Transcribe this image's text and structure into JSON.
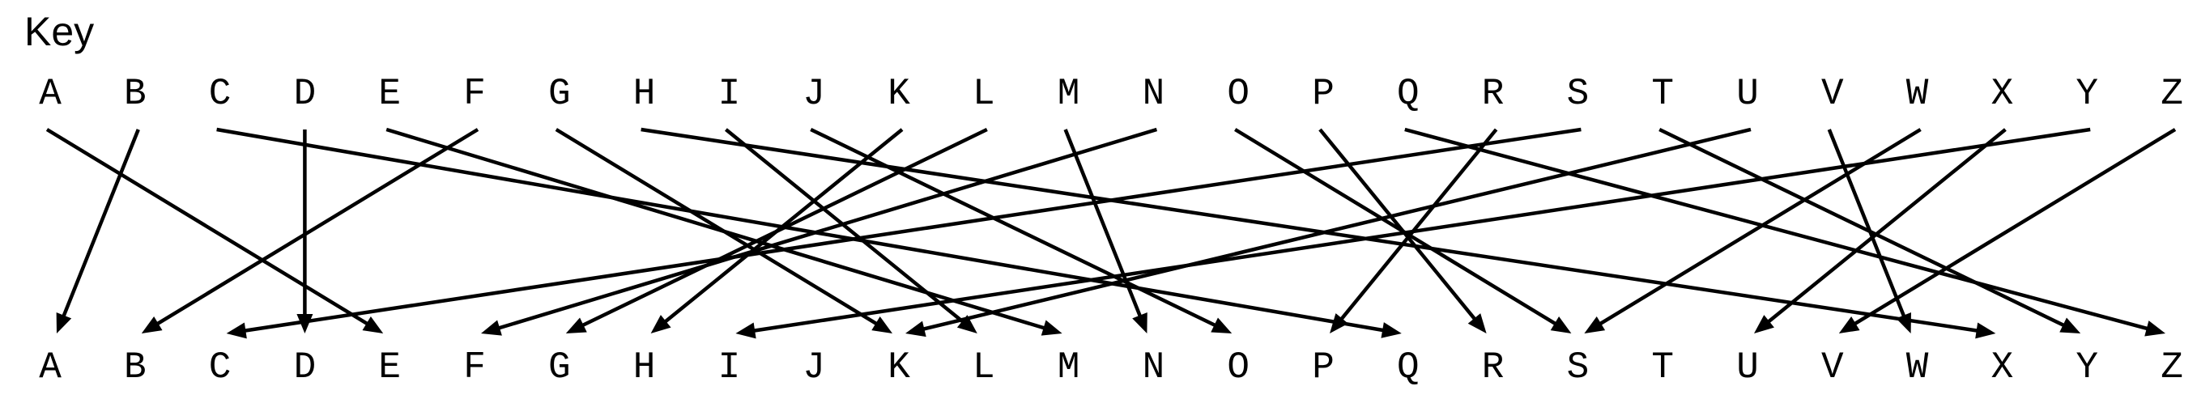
{
  "title": "Key",
  "top_letters": [
    "A",
    "B",
    "C",
    "D",
    "E",
    "F",
    "G",
    "H",
    "I",
    "J",
    "K",
    "L",
    "M",
    "N",
    "O",
    "P",
    "Q",
    "R",
    "S",
    "T",
    "U",
    "V",
    "W",
    "X",
    "Y",
    "Z"
  ],
  "bottom_letters": [
    "A",
    "B",
    "C",
    "D",
    "E",
    "F",
    "G",
    "H",
    "I",
    "J",
    "K",
    "L",
    "M",
    "N",
    "O",
    "P",
    "Q",
    "R",
    "S",
    "T",
    "U",
    "V",
    "W",
    "X",
    "Y",
    "Z"
  ],
  "mapping": [
    {
      "from": "A",
      "to": "E"
    },
    {
      "from": "B",
      "to": "A"
    },
    {
      "from": "C",
      "to": "Q"
    },
    {
      "from": "D",
      "to": "D"
    },
    {
      "from": "E",
      "to": "M"
    },
    {
      "from": "F",
      "to": "B"
    },
    {
      "from": "G",
      "to": "K"
    },
    {
      "from": "H",
      "to": "X"
    },
    {
      "from": "I",
      "to": "L"
    },
    {
      "from": "J",
      "to": "O"
    },
    {
      "from": "K",
      "to": "H"
    },
    {
      "from": "L",
      "to": "G"
    },
    {
      "from": "M",
      "to": "N"
    },
    {
      "from": "N",
      "to": "F"
    },
    {
      "from": "O",
      "to": "S"
    },
    {
      "from": "P",
      "to": "R"
    },
    {
      "from": "Q",
      "to": "Z"
    },
    {
      "from": "R",
      "to": "P"
    },
    {
      "from": "S",
      "to": "C"
    },
    {
      "from": "T",
      "to": "Y"
    },
    {
      "from": "U",
      "to": "K"
    },
    {
      "from": "V",
      "to": "W"
    },
    {
      "from": "W",
      "to": "S"
    },
    {
      "from": "X",
      "to": "U"
    },
    {
      "from": "Y",
      "to": "I"
    },
    {
      "from": "Z",
      "to": "V"
    }
  ]
}
